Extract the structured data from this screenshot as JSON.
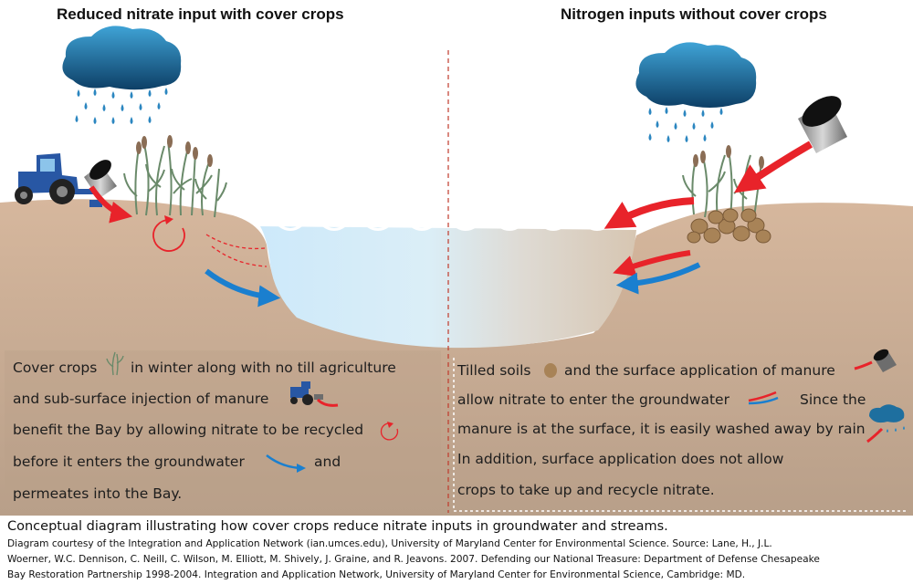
{
  "titles": {
    "left": "Reduced nitrate input with cover crops",
    "right": "Nitrogen inputs without cover crops"
  },
  "left_text": {
    "l1a": "Cover crops",
    "l1b": "in winter along with no till agriculture",
    "l2": "and sub-surface injection of manure",
    "l3": "benefit the Bay by allowing nitrate to be recycled",
    "l4a": "before it enters the  groundwater",
    "l4b": "and",
    "l5": "permeates into the Bay."
  },
  "right_text": {
    "r1a": "Tilled soils",
    "r1b": "and the surface application of manure",
    "r2a": "allow nitrate to enter the groundwater",
    "r2b": "Since the",
    "r3": "manure is at the surface, it is easily washed away by rain",
    "r4": "In addition, surface application does not allow",
    "r5": "crops to take up and recycle nitrate."
  },
  "caption": {
    "main": "Conceptual diagram illustrating how cover crops reduce nitrate inputs in groundwater and streams.",
    "credit_1": "Diagram courtesy of the Integration and Application Network (ian.umces.edu), University of Maryland Center for Environmental Science. Source: Lane, H., J.L.",
    "credit_2": "Woerner, W.C. Dennison, C. Neill, C. Wilson, M. Elliott, M. Shively, J. Graine, and R. Jeavons. 2007. Defending our National Treasure: Department of Defense Chesapeake",
    "credit_3": "Bay Restoration Partnership 1998-2004. Integration and Application Network, University of Maryland Center for Environmental Science, Cambridge: MD."
  },
  "colors": {
    "soil_top": "#d6b79d",
    "soil_bottom": "#b79f88",
    "water_left": "#cfe8f8",
    "water_right": "#d8cdbf",
    "cloud": "#1e6f9f",
    "rain": "#2b86c0",
    "nitrate_arrow": "#e8232a",
    "groundwater_arrow": "#1a7fcf",
    "tractor": "#2857a4",
    "divider": "#c0392b"
  },
  "icons": [
    "cloud-icon",
    "tractor-icon",
    "manure-bucket-icon",
    "cover-crop-icon",
    "tilled-soil-icon",
    "recycle-arrow-icon",
    "groundwater-arrow-icon",
    "rain-cloud-icon"
  ]
}
